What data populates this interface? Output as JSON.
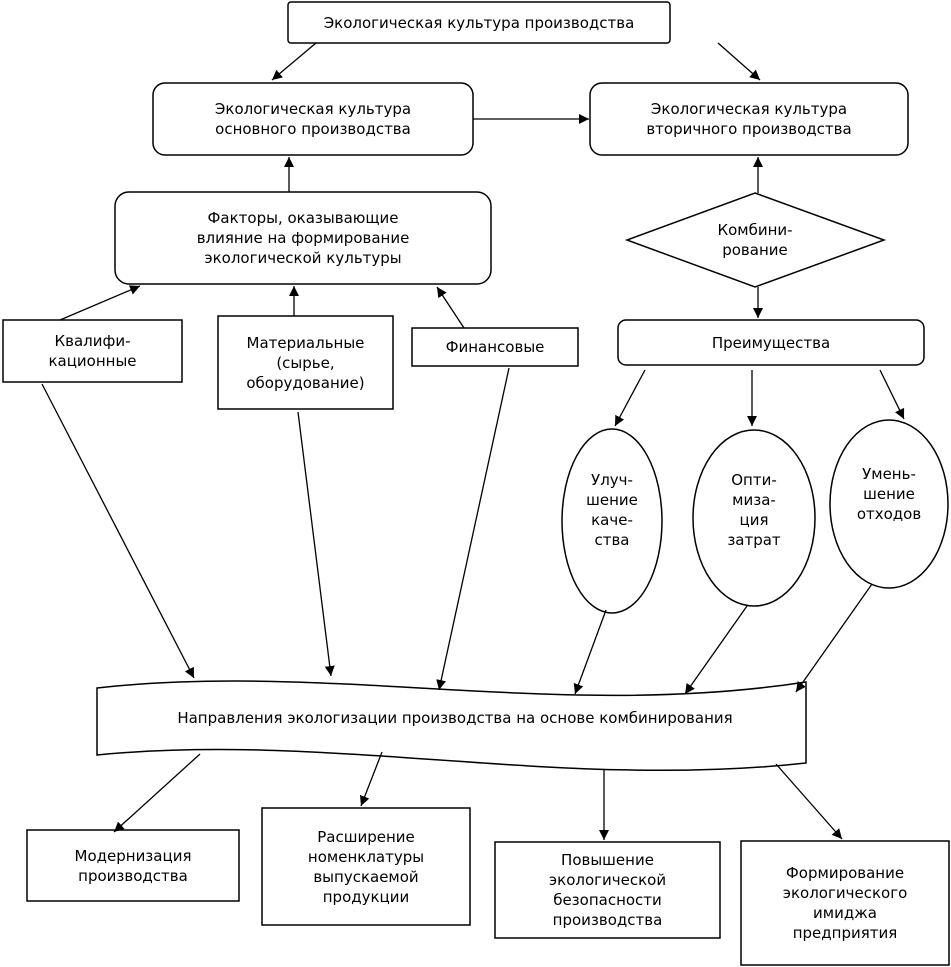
{
  "nodes": {
    "top": "Экологическая культура производства",
    "primary": "Экологическая культура\nосновного производства",
    "secondary": "Экологическая культура\nвторичного производства",
    "factors": "Факторы, оказывающие\nвлияние на формирование\nэкологической культуры",
    "combining": "Комбини-\nрование",
    "advantages": "Преимущества",
    "qualification": "Квалифи-\nкационные",
    "material": "Материальные\n(сырье,\nоборудование)",
    "financial": "Финансовые",
    "quality": "Улуч-\nшение\nкаче-\nства",
    "cost": "Опти-\nмиза-\nция\nзатрат",
    "waste": "Умень-\nшение\nотходов",
    "directions": "Направления экологизации производства на основе комбинирования",
    "modernization": "Модернизация\nпроизводства",
    "range": "Расширение\nноменклатуры\nвыпускаемой\nпродукции",
    "safety": "Повышение\nэкологической\nбезопасности\nпроизводства",
    "image": "Формирование\nэкологического\nимиджа\nпредприятия"
  }
}
